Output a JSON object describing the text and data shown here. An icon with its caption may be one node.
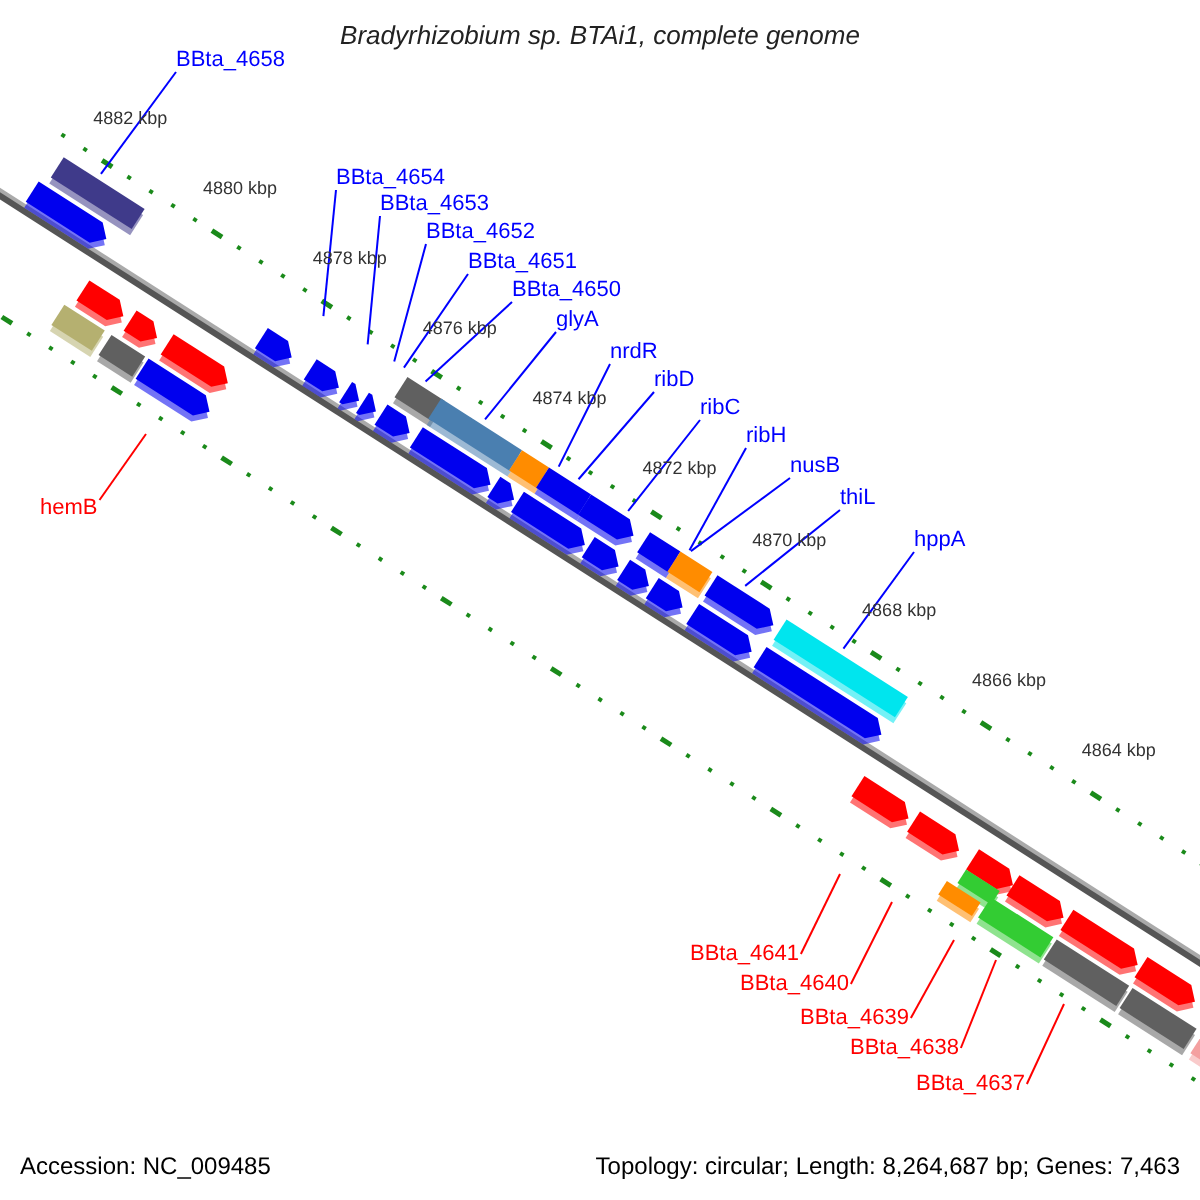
{
  "diagram": {
    "title": "Bradyrhizobium sp. BTAi1, complete genome",
    "nodes": [
      {
        "text": [
          "BBta_4658"
        ]
      },
      {
        "text": [
          "BBta_4654"
        ]
      },
      {
        "text": [
          "BBta_4653"
        ]
      },
      {
        "text": [
          "BBta_4652"
        ]
      },
      {
        "text": [
          "BBta_4651"
        ]
      },
      {
        "text": [
          "BBta_4650"
        ]
      },
      {
        "text": [
          "glyA"
        ]
      },
      {
        "text": [
          "nrdR"
        ]
      },
      {
        "text": [
          "ribD"
        ]
      },
      {
        "text": [
          "ribC"
        ]
      },
      {
        "text": [
          "ribH"
        ]
      },
      {
        "text": [
          "nusB"
        ]
      },
      {
        "text": [
          "thiL"
        ]
      },
      {
        "text": [
          "hppA"
        ]
      },
      {
        "text": [
          "hemB"
        ]
      },
      {
        "text": [
          "BBta_4641"
        ]
      },
      {
        "text": [
          "BBta_4640"
        ]
      },
      {
        "text": [
          "BBta_4639"
        ]
      },
      {
        "text": [
          "BBta_4638"
        ]
      },
      {
        "text": [
          "BBta_4637"
        ]
      }
    ],
    "edges": [
      {
        "from": 0,
        "to": null,
        "arrow": "none"
      },
      {
        "from": 1,
        "to": null,
        "arrow": "none"
      },
      {
        "from": 2,
        "to": null,
        "arrow": "none"
      },
      {
        "from": 3,
        "to": null,
        "arrow": "none"
      },
      {
        "from": 4,
        "to": null,
        "arrow": "none"
      },
      {
        "from": 5,
        "to": null,
        "arrow": "none"
      },
      {
        "from": 6,
        "to": null,
        "arrow": "none"
      },
      {
        "from": 7,
        "to": null,
        "arrow": "none"
      },
      {
        "from": 8,
        "to": null,
        "arrow": "none"
      },
      {
        "from": 9,
        "to": null,
        "arrow": "none"
      },
      {
        "from": 10,
        "to": null,
        "arrow": "none"
      },
      {
        "from": 11,
        "to": null,
        "arrow": "none"
      },
      {
        "from": 12,
        "to": null,
        "arrow": "none"
      },
      {
        "from": 13,
        "to": null,
        "arrow": "none"
      },
      {
        "from": 14,
        "to": null,
        "arrow": "none",
        "color": "#ff0000"
      },
      {
        "from": 15,
        "to": null,
        "arrow": "none",
        "color": "#ff0000"
      },
      {
        "from": 16,
        "to": null,
        "arrow": "none",
        "color": "#ff0000"
      },
      {
        "from": 17,
        "to": null,
        "arrow": "none",
        "color": "#ff0000"
      },
      {
        "from": 18,
        "to": null,
        "arrow": "none",
        "color": "#ff0000"
      },
      {
        "from": 19,
        "to": null,
        "arrow": "none",
        "color": "#ff0000"
      }
    ],
    "labels": [
      "4882 kbp",
      "4880 kbp",
      "4878 kbp",
      "4876 kbp",
      "4874 kbp",
      "4872 kbp",
      "4870 kbp",
      "4868 kbp",
      "4866 kbp",
      "4864 kbp",
      "Accession: NC_009485",
      "Topology: circular; Length: 8,264,687 bp; Genes: 7,463"
    ]
  }
}
